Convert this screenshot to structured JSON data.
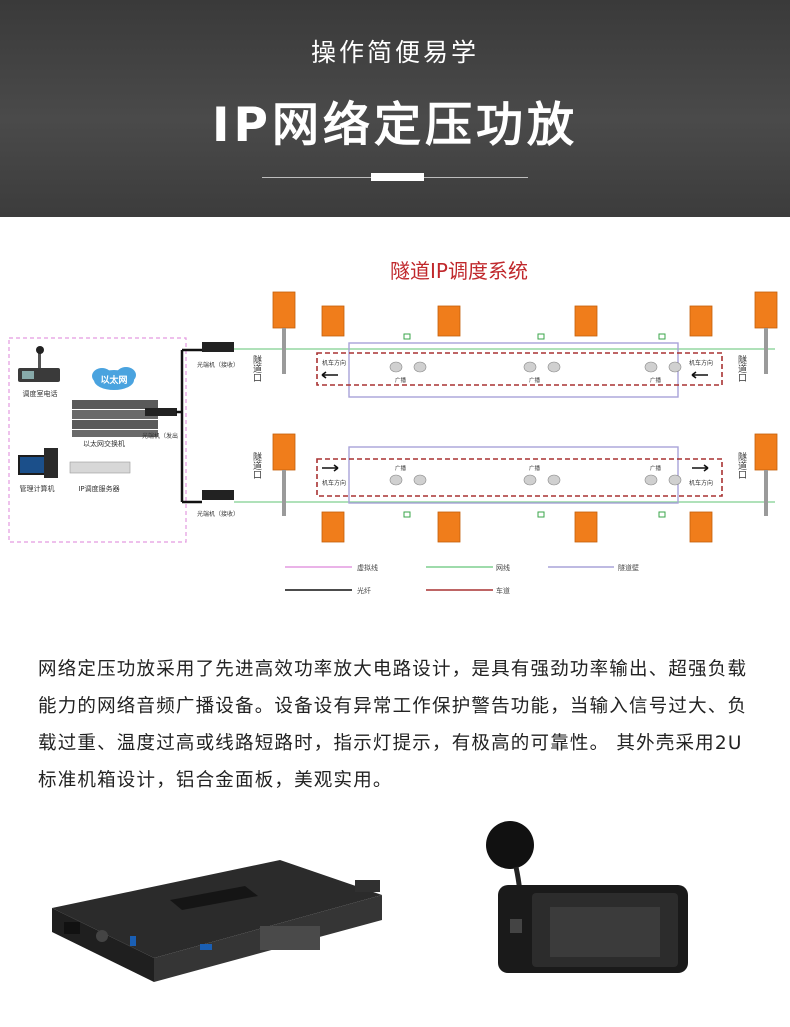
{
  "header": {
    "subtitle": "操作简便易学",
    "title": "IP网络定压功放"
  },
  "diagram": {
    "title": "隧道IP调度系统",
    "left_labels": {
      "dispatch_phone": "调度室电话",
      "ethernet": "以太网",
      "switch": "以太网交换机",
      "management_pc": "管理计算机",
      "ip_server": "IP调度服务器",
      "transceiver_send": "光端机（发出",
      "transceiver_recv_top": "光端机（接收）",
      "transceiver_recv_bottom": "光端机（接收）"
    },
    "tunnel_entrance": "隧道口",
    "car_direction": "机车方向",
    "broadcast": "广播",
    "legend": {
      "virtual_line": "虚拟线",
      "network_line": "网线",
      "tunnel_wall": "隧道壁",
      "optical_fiber": "光纤",
      "lane": "车道"
    },
    "colors": {
      "title": "#c0282c",
      "phone_box": "#f07d1b",
      "virtual_line": "#e39ae0",
      "network_line": "#7fcf8f",
      "tunnel_wall": "#a9a3d8",
      "optical_fiber": "#111111",
      "lane": "#a83232"
    }
  },
  "description": "网络定压功放采用了先进高效功率放大电路设计，是具有强劲功率输出、超强负载能力的网络音频广播设备。设备设有异常工作保护警告功能，当输入信号过大、负载过重、温度过高或线路短路时，指示灯提示，有极高的可靠性。 其外壳采用2U标准机箱设计，铝合金面板，美观实用。",
  "photos": {
    "amplifier_icon": "rack-amplifier-photo",
    "microphone_icon": "paging-microphone-photo"
  }
}
